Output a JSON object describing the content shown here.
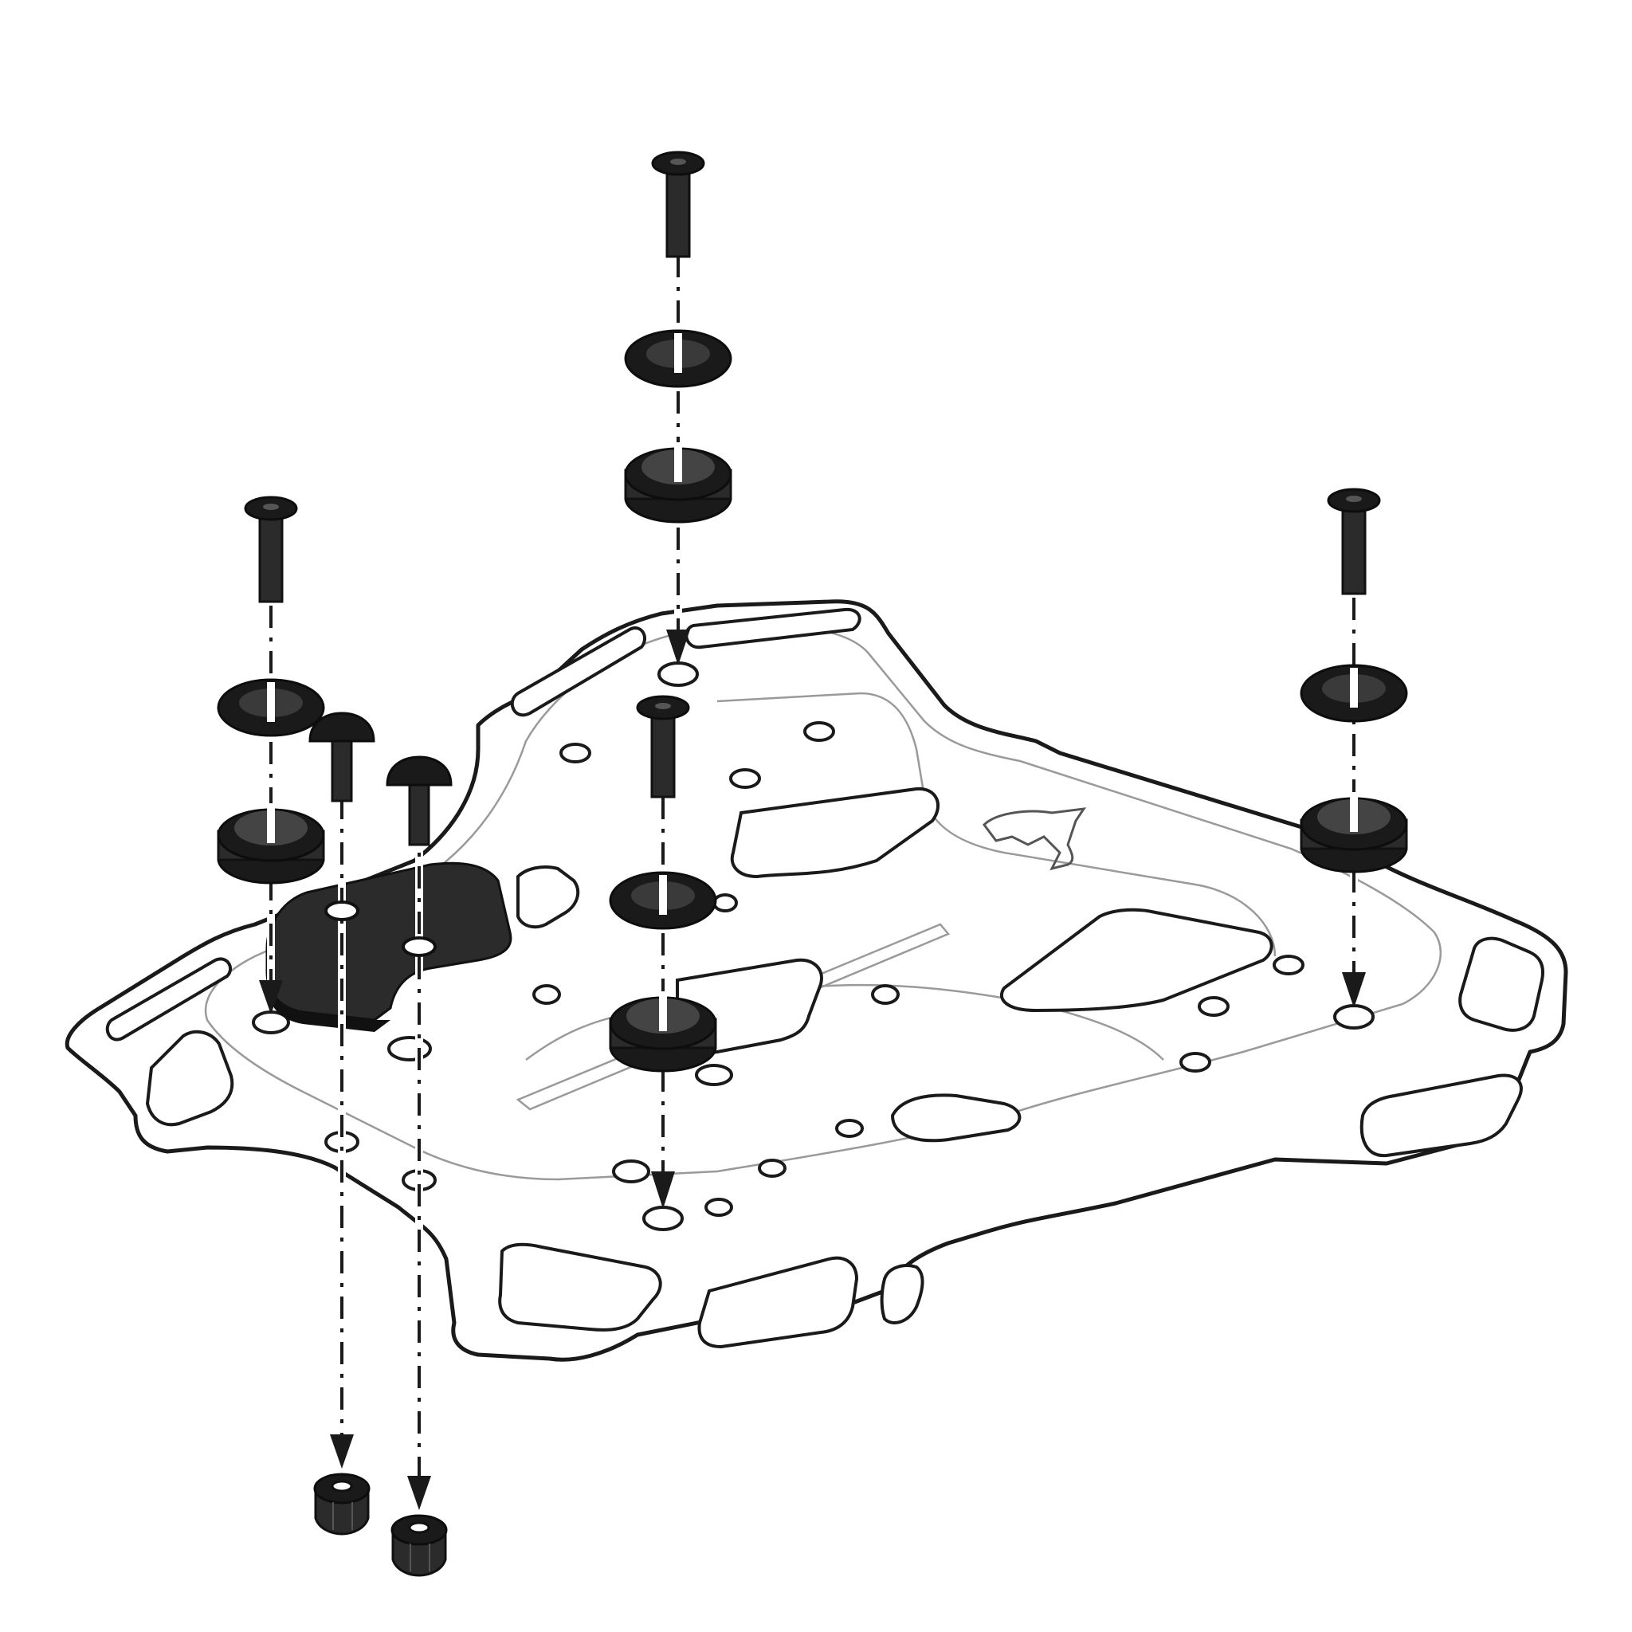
{
  "diagram": {
    "components": [
      "rack-plate",
      "mounting-bolt",
      "washer",
      "rubber-damper",
      "adapter-plate",
      "lock-nut",
      "brand-logo"
    ]
  },
  "colors": {
    "outline": "#1a1a1a",
    "plate_fill": "#ececec",
    "hardware": "#2b2b2b",
    "contour_lines": "#9a9a9a",
    "background": "#ffffff"
  }
}
